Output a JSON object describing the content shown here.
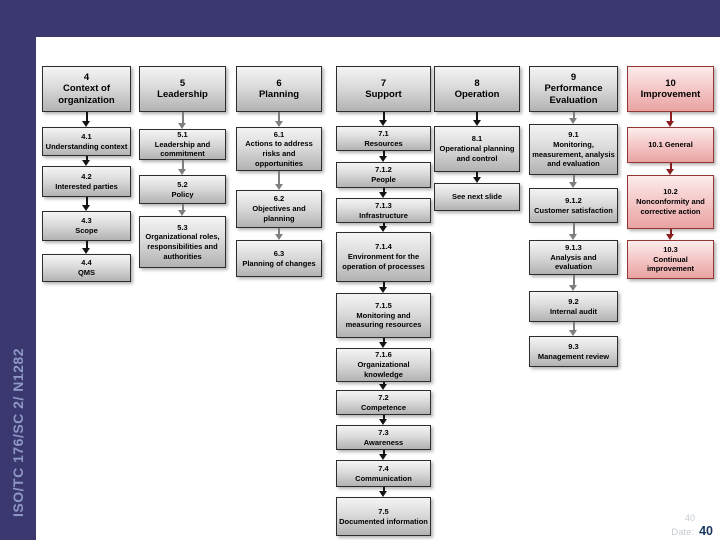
{
  "slide_title_hidden": "",
  "sidebar_label": "ISO/TC 176/SC 2/ N1282",
  "footer": {
    "page_ghost": "40",
    "date_label": "Date:",
    "page_number": "40"
  },
  "colors": {
    "frame_blue": "#3A386F",
    "sidebar_text": "#8D98C6",
    "box_gray_top": "#f4f4f4",
    "box_gray_bottom": "#b2b2b2",
    "box_border_gray": "#2d2d2d",
    "box_pink_top": "#fcecec",
    "box_pink_bottom": "#e9a2a2",
    "box_border_red": "#943634",
    "arrow_black": "#141414",
    "arrow_gray": "#7f7f7f",
    "arrow_red": "#8b1f1f",
    "page_number_navy": "#17365D"
  },
  "columns": [
    {
      "header": {
        "number": "4",
        "title": "Context of organization"
      },
      "theme": "gray",
      "arrow_color": "black",
      "items": [
        {
          "code": "4.1",
          "label": "Understanding context"
        },
        {
          "code": "4.2",
          "label": "Interested parties"
        },
        {
          "code": "4.3",
          "label": "Scope"
        },
        {
          "code": "4.4",
          "label": "QMS"
        }
      ]
    },
    {
      "header": {
        "number": "5",
        "title": "Leadership"
      },
      "theme": "gray",
      "arrow_color": "gray",
      "items": [
        {
          "code": "5.1",
          "label": "Leadership and commitment"
        },
        {
          "code": "5.2",
          "label": "Policy"
        },
        {
          "code": "5.3",
          "label": "Organizational roles, responsibilities and authorities"
        }
      ]
    },
    {
      "header": {
        "number": "6",
        "title": "Planning"
      },
      "theme": "gray",
      "arrow_color": "gray",
      "items": [
        {
          "code": "6.1",
          "label": "Actions to address risks and opportunities"
        },
        {
          "code": "6.2",
          "label": "Objectives and planning"
        },
        {
          "code": "6.3",
          "label": "Planning of changes"
        }
      ]
    },
    {
      "header": {
        "number": "7",
        "title": "Support"
      },
      "theme": "gray",
      "arrow_color": "black",
      "items": [
        {
          "code": "7.1",
          "label": "Resources"
        },
        {
          "code": "7.1.2",
          "label": "People"
        },
        {
          "code": "7.1.3",
          "label": "Infrastructure"
        },
        {
          "code": "7.1.4",
          "label": "Environment for the operation of processes"
        },
        {
          "code": "7.1.5",
          "label": "Monitoring and measuring resources"
        },
        {
          "code": "7.1.6",
          "label": "Organizational knowledge"
        },
        {
          "code": "7.2",
          "label": "Competence"
        },
        {
          "code": "7.3",
          "label": "Awareness"
        },
        {
          "code": "7.4",
          "label": "Communication"
        },
        {
          "code": "7.5",
          "label": "Documented information"
        }
      ]
    },
    {
      "header": {
        "number": "8",
        "title": "Operation"
      },
      "theme": "gray",
      "arrow_color": "black",
      "items": [
        {
          "code": "8.1",
          "label": "Operational planning and control"
        },
        {
          "code": "",
          "label": "See next slide"
        }
      ]
    },
    {
      "header": {
        "number": "9",
        "title": "Performance Evaluation"
      },
      "theme": "gray",
      "arrow_color": "gray",
      "items": [
        {
          "code": "9.1",
          "label": "Monitoring, measurement, analysis and evaluation"
        },
        {
          "code": "9.1.2",
          "label": "Customer satisfaction"
        },
        {
          "code": "9.1.3",
          "label": "Analysis and evaluation"
        },
        {
          "code": "9.2",
          "label": "Internal audit"
        },
        {
          "code": "9.3",
          "label": "Management review"
        }
      ]
    },
    {
      "header": {
        "number": "10",
        "title": "Improvement"
      },
      "theme": "pink",
      "arrow_color": "red",
      "items": [
        {
          "code": "",
          "label": "10.1 General"
        },
        {
          "code": "10.2",
          "label": "Nonconformity and corrective action"
        },
        {
          "code": "10.3",
          "label": "Continual improvement"
        }
      ]
    }
  ]
}
